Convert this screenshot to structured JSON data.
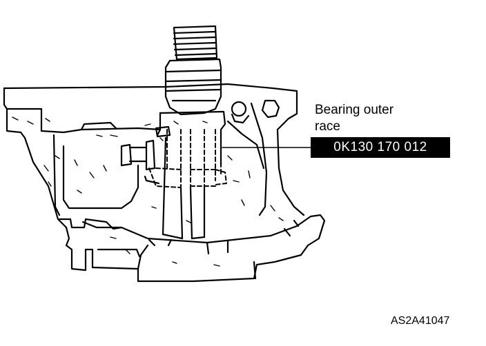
{
  "figure": {
    "callout_line_1": "Bearing outer",
    "callout_line_2": "race",
    "tool_part_number": "0K130 170 012",
    "figure_code": "AS2A41047"
  },
  "colors": {
    "ink": "#000000",
    "background": "#ffffff",
    "label_box": "#000000",
    "label_text": "#ffffff"
  }
}
